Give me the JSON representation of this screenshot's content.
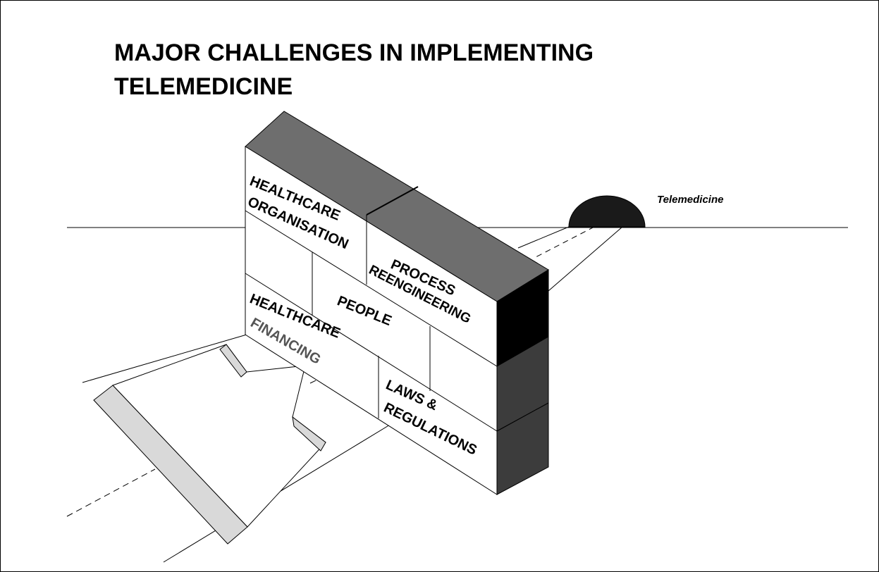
{
  "title": {
    "line1": "MAJOR CHALLENGES IN IMPLEMENTING",
    "line2": "TELEMEDICINE"
  },
  "sun_label": "Telemedicine",
  "wall_labels": {
    "healthcare_organisation": {
      "line1": "HEALTHCARE",
      "line2": "ORGANISATION"
    },
    "process_reengineering": {
      "line1": "PROCESS",
      "line2": "REENGINEERING"
    },
    "people": "PEOPLE",
    "healthcare_financing": {
      "line1": "HEALTHCARE",
      "line2": "FINANCING"
    },
    "laws_regulations": {
      "line1": "LAWS &",
      "line2": "REGULATIONS"
    }
  },
  "colors": {
    "top_face": "#6e6e6e",
    "side_face_black": "#000000",
    "side_face_dark": "#3c3c3c",
    "sun": "#1a1a1a",
    "arrow_fill": "#d9d9d9"
  }
}
